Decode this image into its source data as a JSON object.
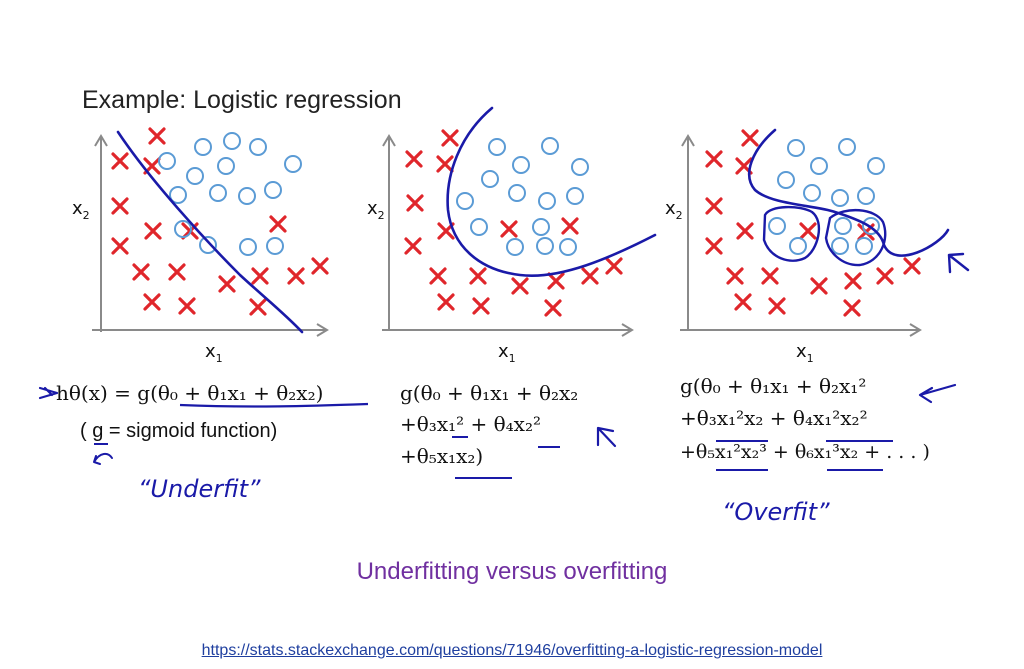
{
  "slide": {
    "title": "Example: Logistic regression",
    "axis_x_label": "x",
    "axis_x_sub": "1",
    "axis_y_label": "x",
    "axis_y_sub": "2",
    "panels": [
      {
        "formula_lines": [
          "hθ(x) = g(θ₀ + θ₁x₁ + θ₂x₂)"
        ],
        "note": "( g = sigmoid function)",
        "handwritten_label": "“Underfit”"
      },
      {
        "formula_lines": [
          "g(θ₀ + θ₁x₁ + θ₂x₂",
          "+θ₃x₁² + θ₄x₂²",
          "+θ₅x₁x₂)"
        ]
      },
      {
        "formula_lines": [
          "g(θ₀ + θ₁x₁ + θ₂x₁²",
          "+θ₃x₁²x₂ + θ₄x₁²x₂²",
          "+θ₅x₁²x₂³ + θ₆x₁³x₂ + . . . )"
        ],
        "handwritten_label": "“Overfit”"
      }
    ]
  },
  "caption": "Underfitting versus overfitting",
  "source_url": "https://stats.stackexchange.com/questions/71946/overfitting-a-logistic-regression-model",
  "colors": {
    "cross": "#e0262b",
    "circle": "#5b9bd5",
    "ink": "#1a1aa8",
    "caption": "#7030a0",
    "link": "#1f3f9f"
  }
}
